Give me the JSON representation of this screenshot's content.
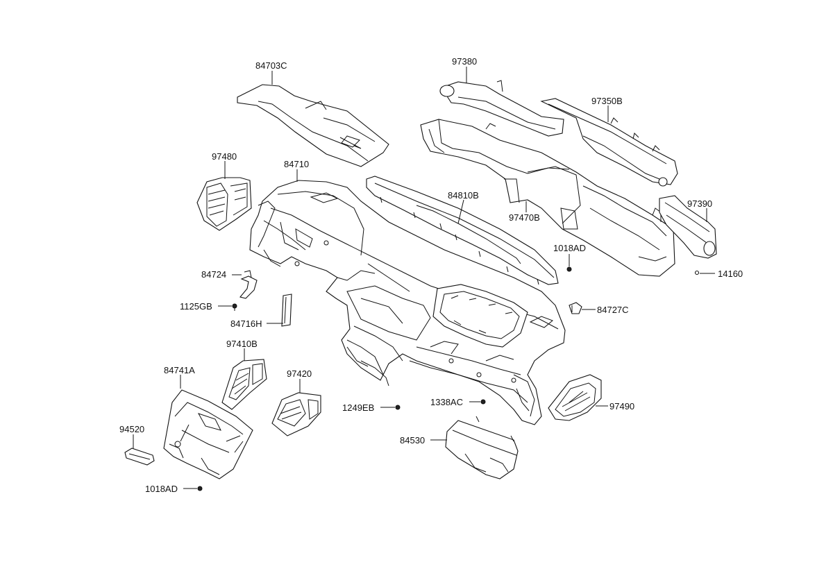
{
  "diagram": {
    "labels": [
      {
        "id": "p84703C",
        "text": "84703C"
      },
      {
        "id": "p97380",
        "text": "97380"
      },
      {
        "id": "p97350B",
        "text": "97350B"
      },
      {
        "id": "p97480",
        "text": "97480"
      },
      {
        "id": "p84710",
        "text": "84710"
      },
      {
        "id": "p84810B",
        "text": "84810B"
      },
      {
        "id": "p97470B",
        "text": "97470B"
      },
      {
        "id": "p97390",
        "text": "97390"
      },
      {
        "id": "p1018AD_top",
        "text": "1018AD"
      },
      {
        "id": "p14160",
        "text": "14160"
      },
      {
        "id": "p84724",
        "text": "84724"
      },
      {
        "id": "p1125GB",
        "text": "1125GB"
      },
      {
        "id": "p84716H",
        "text": "84716H"
      },
      {
        "id": "p84727C",
        "text": "84727C"
      },
      {
        "id": "p97410B",
        "text": "97410B"
      },
      {
        "id": "p84741A",
        "text": "84741A"
      },
      {
        "id": "p97420",
        "text": "97420"
      },
      {
        "id": "p1249EB",
        "text": "1249EB"
      },
      {
        "id": "p1338AC",
        "text": "1338AC"
      },
      {
        "id": "p97490",
        "text": "97490"
      },
      {
        "id": "p94520",
        "text": "94520"
      },
      {
        "id": "p84530",
        "text": "84530"
      },
      {
        "id": "p1018AD_bottom",
        "text": "1018AD"
      }
    ]
  }
}
